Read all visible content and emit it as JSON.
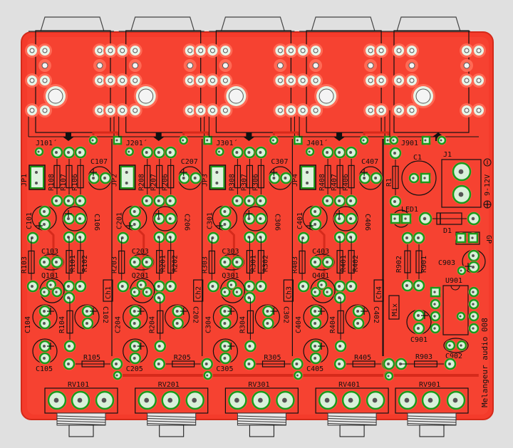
{
  "board": {
    "title": "Melangeur audio 008",
    "colors": {
      "board": "#f43b2b",
      "background": "#e0e0e0",
      "pad_ring": "#1a9a1a",
      "pad_fill": "#d9f0d9",
      "silkscreen": "#111111",
      "trace": "#e8301f"
    }
  },
  "channels": [
    {
      "j": "J101´",
      "jp": "JP1",
      "r8": "R108",
      "r7": "R107",
      "r6": "R106",
      "c7": "C107",
      "c1": "C101",
      "c6": "C106",
      "r3": "R103",
      "c3": "C103",
      "r1": "R101",
      "r2": "R102",
      "q": "Q101",
      "ch": "Ch1",
      "c4": "C104",
      "r4": "R104",
      "c2": "C102",
      "c5": "C105",
      "r5": "R105",
      "rv": "RV101"
    },
    {
      "j": "J201´",
      "jp": "JP2",
      "r8": "R208",
      "r7": "R207",
      "r6": "R206",
      "c7": "C207",
      "c1": "C201",
      "c6": "C206",
      "r3": "R203",
      "c3": "C203",
      "r1": "R201",
      "r2": "R202",
      "q": "Q201",
      "ch": "Ch2",
      "c4": "C204",
      "r4": "R204",
      "c2": "C202",
      "c5": "C205",
      "r5": "R205",
      "rv": "RV201"
    },
    {
      "j": "J301´",
      "jp": "JP3",
      "r8": "R308",
      "r7": "R307",
      "r6": "R306",
      "c7": "C307",
      "c1": "C301",
      "c6": "C306",
      "r3": "R303",
      "c3": "C303",
      "r1": "R301",
      "r2": "R302",
      "q": "Q301",
      "ch": "Ch3",
      "c4": "C304",
      "r4": "R304",
      "c2": "C302",
      "c5": "C305",
      "r5": "R305",
      "rv": "RV301"
    },
    {
      "j": "J401´",
      "jp": "JP4",
      "r8": "R408",
      "r7": "R407",
      "r6": "R406",
      "c7": "C407",
      "c1": "C401",
      "c6": "C406",
      "r3": "R403",
      "c3": "C403",
      "r1": "R401",
      "r2": "R402",
      "q": "Q401",
      "ch": "Ch4",
      "c4": "C404",
      "r4": "R404",
      "c2": "C402",
      "c5": "C405",
      "r5": "R405",
      "rv": "RV401"
    }
  ],
  "mix": {
    "j": "J901´",
    "r1": "R1",
    "c1": "C1",
    "j1": "J1",
    "power": "9-12V",
    "led": "LED1",
    "d1": "D1",
    "gp": "GP",
    "r902": "R902",
    "r901": "R901",
    "c903": "C903",
    "u901": "U901",
    "mix": "Mix",
    "c901": "C901",
    "c902": "C902",
    "r903": "R903",
    "rv": "RV901"
  }
}
